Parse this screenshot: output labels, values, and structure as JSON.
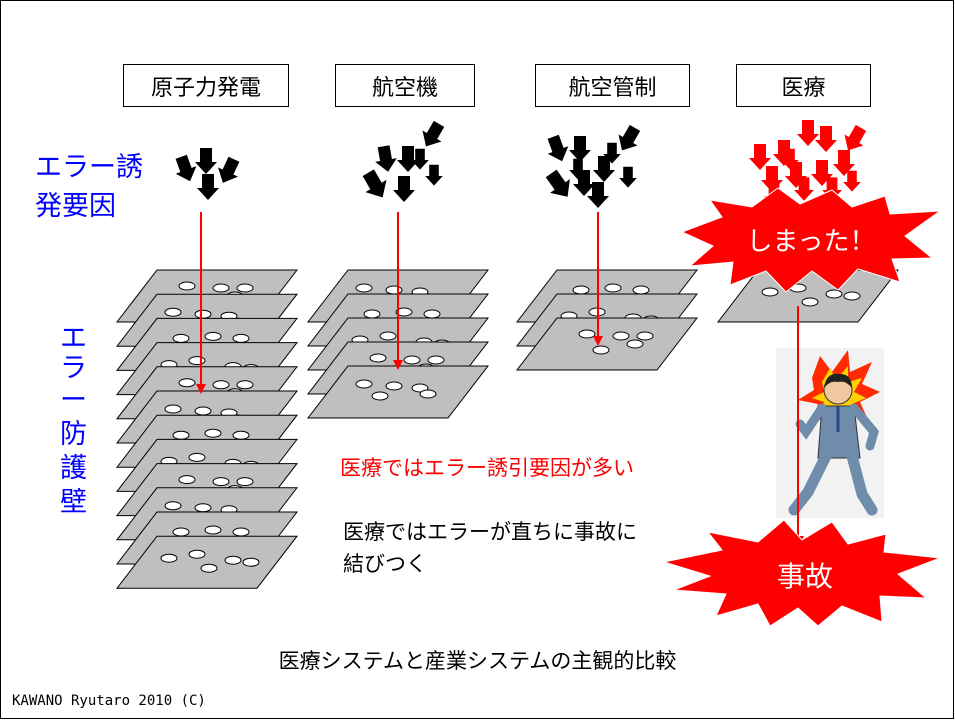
{
  "headers": [
    "原子力発電",
    "航空機",
    "航空管制",
    "医療"
  ],
  "side_labels": {
    "factor_line1": "エラー誘",
    "factor_line2": "発要因",
    "barrier_chars": [
      "エ",
      "ラ",
      "ー",
      "防",
      "護",
      "壁"
    ]
  },
  "notes": {
    "red": "医療ではエラー誘引要因が多い",
    "black_line1": "医療ではエラーが直ちに事故に",
    "black_line2": "結びつく"
  },
  "burst_top": "しまった！",
  "burst_bottom": "事故",
  "caption": "医療システムと産業システムの主観的比較",
  "footer": "KAWANO Ryutaro 2010 (C)",
  "colors": {
    "red": "#ff0000",
    "blue": "#0000ff",
    "plate": "#bfbfbf"
  },
  "columns": [
    {
      "name": "nuclear",
      "plates": 12,
      "arrows": 4,
      "arrow_color": "#000000"
    },
    {
      "name": "aircraft",
      "plates": 5,
      "arrows": 7,
      "arrow_color": "#000000"
    },
    {
      "name": "atc",
      "plates": 3,
      "arrows": 10,
      "arrow_color": "#000000"
    },
    {
      "name": "medical",
      "plates": 1,
      "arrows": 14,
      "arrow_color": "#ff0000"
    }
  ]
}
